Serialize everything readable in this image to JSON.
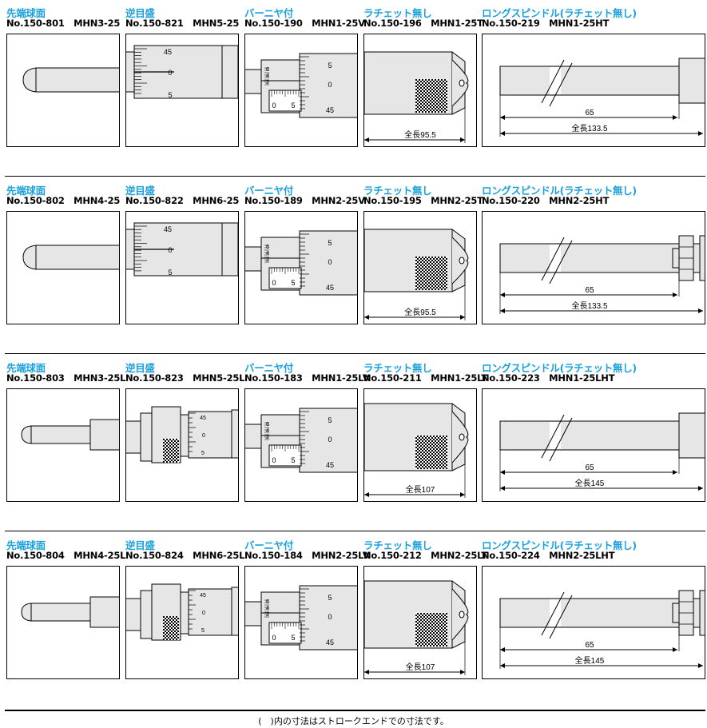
{
  "rows": [
    {
      "cells": [
        {
          "title": "先端球面",
          "no": "No.150-801",
          "model": "MHN3-25"
        },
        {
          "title": "逆目盛",
          "no": "No.150-821",
          "model": "MHN5-25"
        },
        {
          "title": "バーニヤ付",
          "no": "No.150-190",
          "model": "MHN1-25V"
        },
        {
          "title": "ラチェット無し",
          "no": "No.150-196",
          "model": "MHN1-25T",
          "dim": "全長95.5"
        },
        {
          "title": "ロングスピンドル(ラチェット無し)",
          "no": "No.150-219",
          "model": "MHN1-25HT",
          "dim1": "65",
          "dim2": "全長133.5"
        }
      ]
    },
    {
      "cells": [
        {
          "title": "先端球面",
          "no": "No.150-802",
          "model": "MHN4-25"
        },
        {
          "title": "逆目盛",
          "no": "No.150-822",
          "model": "MHN6-25"
        },
        {
          "title": "バーニヤ付",
          "no": "No.150-189",
          "model": "MHN2-25V"
        },
        {
          "title": "ラチェット無し",
          "no": "No.150-195",
          "model": "MHN2-25T",
          "dim": "全長95.5"
        },
        {
          "title": "ロングスピンドル(ラチェット無し)",
          "no": "No.150-220",
          "model": "MHN2-25HT",
          "dim1": "65",
          "dim2": "全長133.5"
        }
      ]
    },
    {
      "cells": [
        {
          "title": "先端球面",
          "no": "No.150-803",
          "model": "MHN3-25L"
        },
        {
          "title": "逆目盛",
          "no": "No.150-823",
          "model": "MHN5-25L"
        },
        {
          "title": "バーニヤ付",
          "no": "No.150-183",
          "model": "MHN1-25LV"
        },
        {
          "title": "ラチェット無し",
          "no": "No.150-211",
          "model": "MHN1-25LT",
          "dim": "全長107"
        },
        {
          "title": "ロングスピンドル(ラチェット無し)",
          "no": "No.150-223",
          "model": "MHN1-25LHT",
          "dim1": "65",
          "dim2": "全長145"
        }
      ]
    },
    {
      "cells": [
        {
          "title": "先端球面",
          "no": "No.150-804",
          "model": "MHN4-25L"
        },
        {
          "title": "逆目盛",
          "no": "No.150-824",
          "model": "MHN6-25L"
        },
        {
          "title": "バーニヤ付",
          "no": "No.150-184",
          "model": "MHN2-25LV"
        },
        {
          "title": "ラチェット無し",
          "no": "No.150-212",
          "model": "MHN2-25LT",
          "dim": "全長107"
        },
        {
          "title": "ロングスピンドル(ラチェット無し)",
          "no": "No.150-224",
          "model": "MHN2-25LHT",
          "dim1": "65",
          "dim2": "全長145"
        }
      ]
    }
  ],
  "scale_labels": {
    "reverse": [
      "45",
      "0",
      "5"
    ],
    "vernier_left": [
      "6",
      "4",
      "2"
    ],
    "vernier_right": [
      "5",
      "0",
      "45"
    ],
    "vernier_bottom": [
      "0",
      "5"
    ]
  },
  "footnote": "(　)内の寸法はストロークエンドでの寸法です。",
  "colors": {
    "title": "#1aa0dc",
    "body": "#e6e6e6",
    "line": "#000000"
  }
}
